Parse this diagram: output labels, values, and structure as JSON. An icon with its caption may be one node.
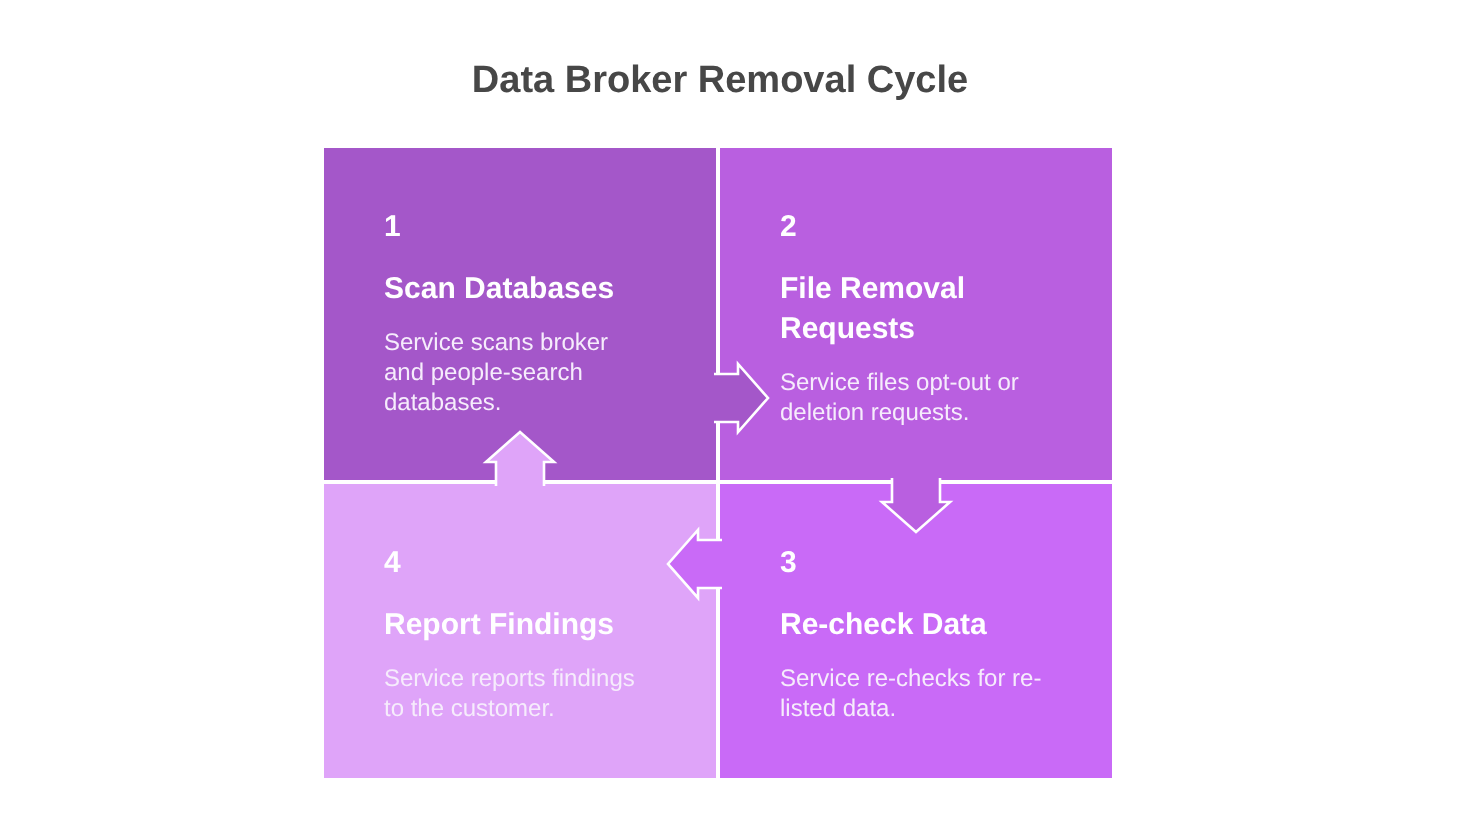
{
  "diagram": {
    "title": "Data Broker Removal Cycle",
    "nodes": [
      {
        "text": [
          "1",
          "Scan Databases",
          "Service scans broker and people-search databases."
        ]
      },
      {
        "text": [
          "2",
          "File Removal Requests",
          "Service files opt-out or deletion requests."
        ]
      },
      {
        "text": [
          "3",
          "Re-check Data",
          "Service re-checks for re-listed data."
        ]
      },
      {
        "text": [
          "4",
          "Report Findings",
          "Service reports findings to the customer."
        ]
      }
    ],
    "edges": [
      {
        "from": 0,
        "to": 1,
        "arrow": "to"
      },
      {
        "from": 1,
        "to": 2,
        "arrow": "to"
      },
      {
        "from": 2,
        "to": 3,
        "arrow": "to"
      },
      {
        "from": 3,
        "to": 0,
        "arrow": "to"
      }
    ]
  }
}
